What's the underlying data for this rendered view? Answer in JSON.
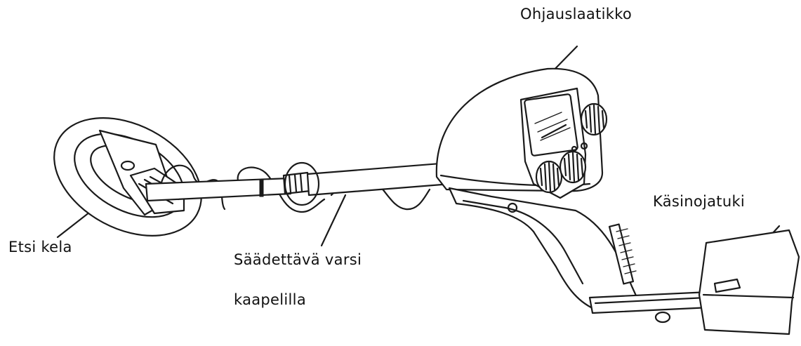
{
  "labels": {
    "control_box": "Ohjauslaatikko",
    "arm_rest": "Käsinojatuki",
    "search_coil": "Etsi kela",
    "shaft_line1": "Säädettävä varsi",
    "shaft_line2": "kaapelilla"
  },
  "colors": {
    "ink": "#1a1a1a",
    "background": "#ffffff"
  }
}
